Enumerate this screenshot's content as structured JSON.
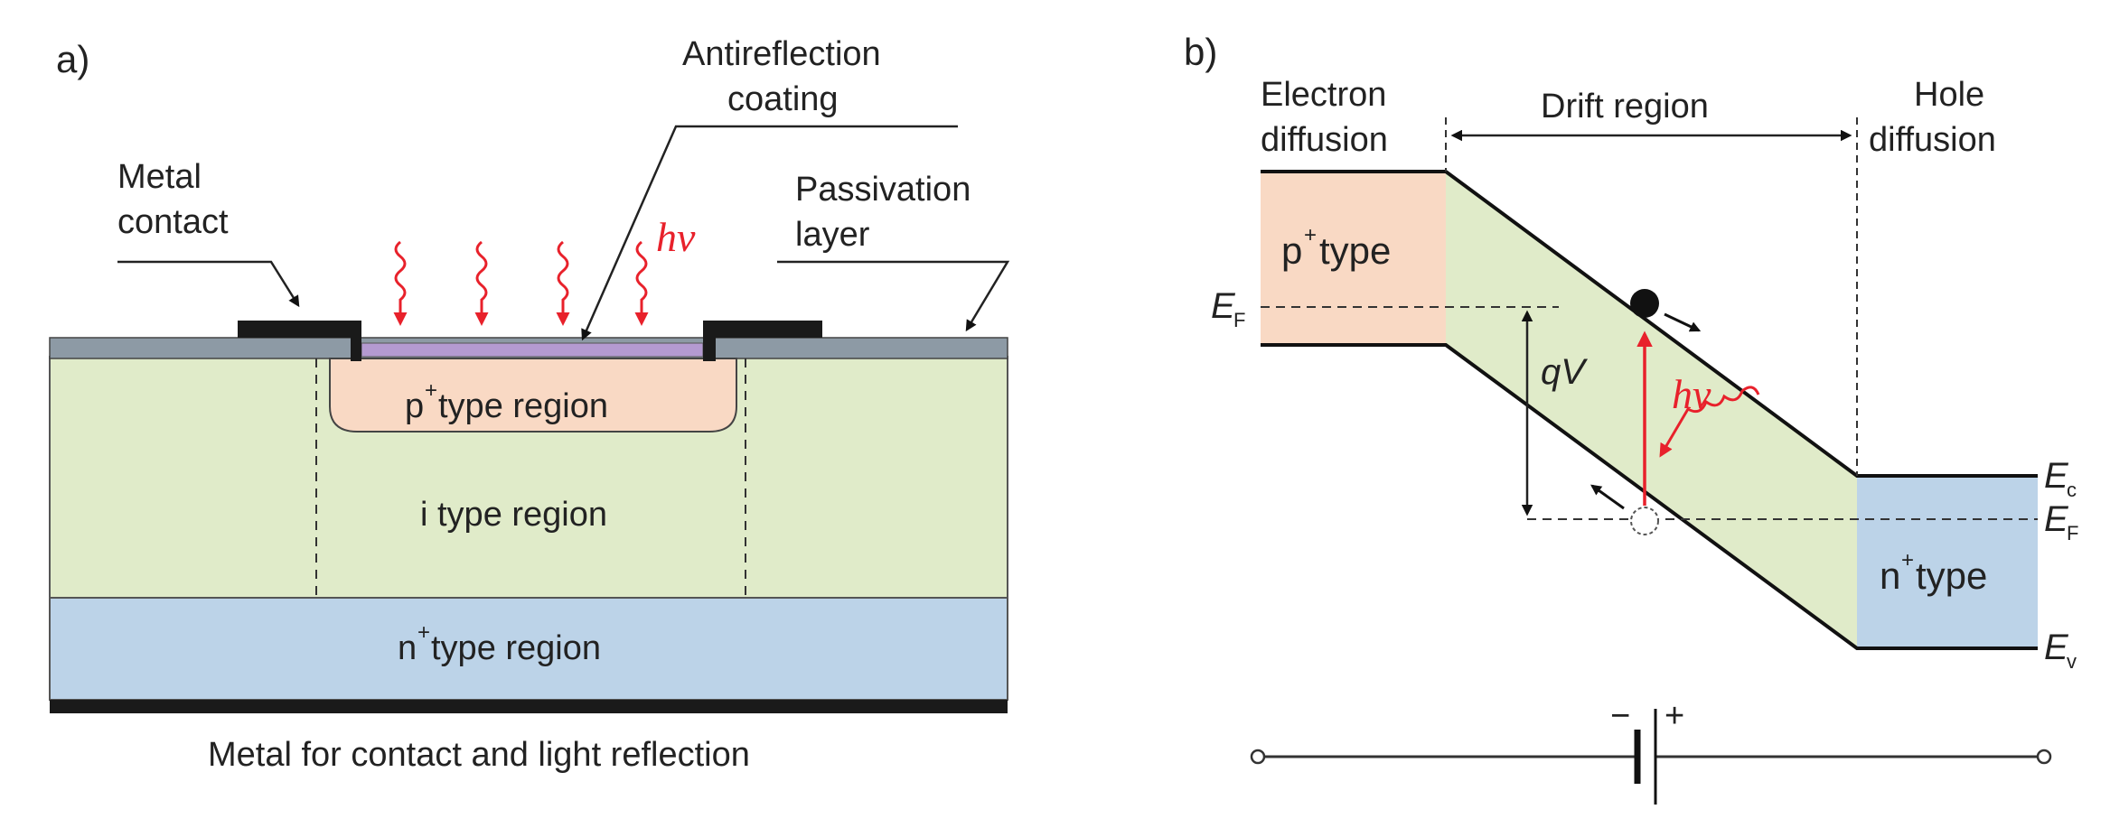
{
  "panel_a": {
    "label": "a)",
    "metal_contact": [
      "Metal",
      "contact"
    ],
    "antireflection": [
      "Antireflection",
      "coating"
    ],
    "passivation": [
      "Passivation",
      "layer"
    ],
    "photon": "hv",
    "p_region": {
      "main": "p",
      "sup": "+",
      "rest": "type region"
    },
    "i_region": "i type region",
    "n_region": {
      "main": "n",
      "sup": "+",
      "rest": "type region"
    },
    "bottom_caption": "Metal for contact and light reflection"
  },
  "panel_b": {
    "label": "b)",
    "electron_diffusion": [
      "Electron",
      "diffusion"
    ],
    "drift_region": "Drift region",
    "hole_diffusion": [
      "Hole",
      "diffusion"
    ],
    "p_type": {
      "main": "p",
      "sup": "+",
      "rest": "type"
    },
    "n_type": {
      "main": "n",
      "sup": "+",
      "rest": "type"
    },
    "ef_left": {
      "main": "E",
      "sub": "F"
    },
    "qv": "qV",
    "photon": "hv",
    "ec": {
      "main": "E",
      "sub": "c"
    },
    "ef_right": {
      "main": "E",
      "sub": "F"
    },
    "ev": {
      "main": "E",
      "sub": "v"
    },
    "minus": "−",
    "plus": "+"
  },
  "colors": {
    "p_region": "#f9d9c4",
    "i_region": "#e0ebc9",
    "n_region": "#bcd3e8",
    "passivation": "#8d9aa5",
    "ar_coating": "#b49ad1",
    "photon": "#e8212b"
  }
}
